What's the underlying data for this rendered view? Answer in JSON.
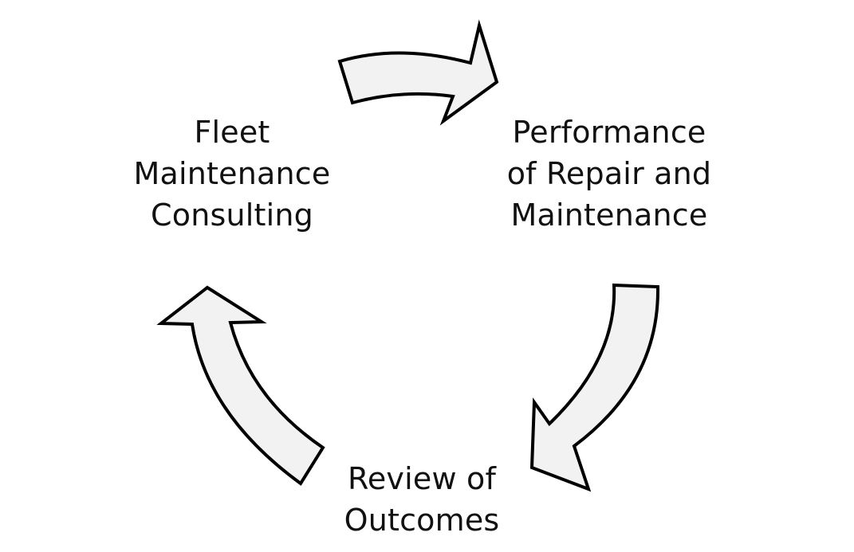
{
  "diagram": {
    "nodes": [
      {
        "id": "fleet",
        "lines": [
          "Fleet",
          "Maintenance",
          "Consulting"
        ]
      },
      {
        "id": "performance",
        "lines": [
          "Performance",
          "of Repair and",
          "Maintenance"
        ]
      },
      {
        "id": "review",
        "lines": [
          "Review of",
          "Outcomes"
        ]
      }
    ],
    "edges": [
      {
        "from": "fleet",
        "to": "performance",
        "icon": "curved-arrow-right-icon"
      },
      {
        "from": "performance",
        "to": "review",
        "icon": "curved-arrow-down-icon"
      },
      {
        "from": "review",
        "to": "fleet",
        "icon": "curved-arrow-up-icon"
      }
    ],
    "colors": {
      "arrow_fill": "#f2f2f2",
      "arrow_stroke": "#000000",
      "text": "#111111"
    }
  }
}
